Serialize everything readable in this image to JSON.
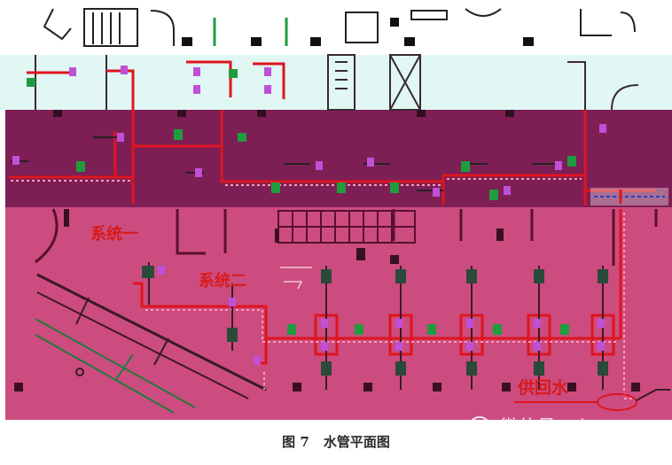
{
  "labels": {
    "system_one": "系统一",
    "system_two": "系统二",
    "supply_return": "供回水"
  },
  "caption": {
    "figure_no": "图 7",
    "title": "水管平面图"
  },
  "watermark": {
    "icon": "wechat-icon",
    "text": "微信号: nhvaca"
  },
  "colors": {
    "band_top": "#e0f7f4",
    "band_mid": "#7d1f55",
    "band_bottom": "#cc4c7f",
    "pipe": "#e0141e",
    "equipment": "#1f9c3e",
    "fitting": "#c050d8",
    "outline": "#3a2a30"
  }
}
